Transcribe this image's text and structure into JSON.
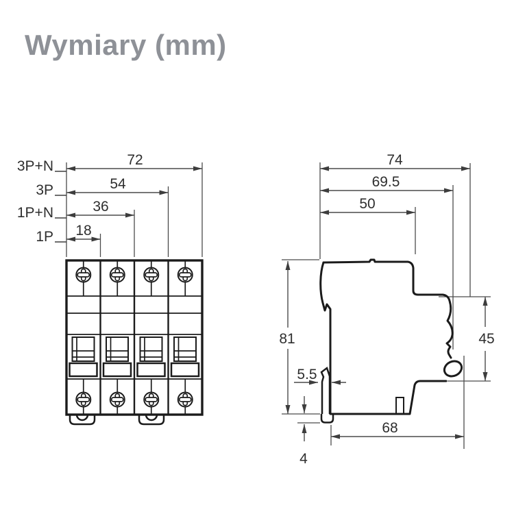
{
  "title": "Wymiary (mm)",
  "front_view": {
    "pole_dims": [
      {
        "label": "3P+N",
        "width_mm": "72"
      },
      {
        "label": "3P",
        "width_mm": "54"
      },
      {
        "label": "1P+N",
        "width_mm": "36"
      },
      {
        "label": "1P",
        "width_mm": "18"
      }
    ]
  },
  "side_view": {
    "depth_total": "74",
    "depth_to_clip": "69.5",
    "depth_front": "50",
    "height_total": "81",
    "front_height": "45",
    "clip_width": "5.5",
    "foot_height": "4",
    "base_depth": "68"
  },
  "colors": {
    "background": "#ffffff",
    "title_text": "#8e9197",
    "drawing_line": "#1b1b1b",
    "dimension_line": "#4a4a4a",
    "dimension_text": "#2e2e2e"
  }
}
